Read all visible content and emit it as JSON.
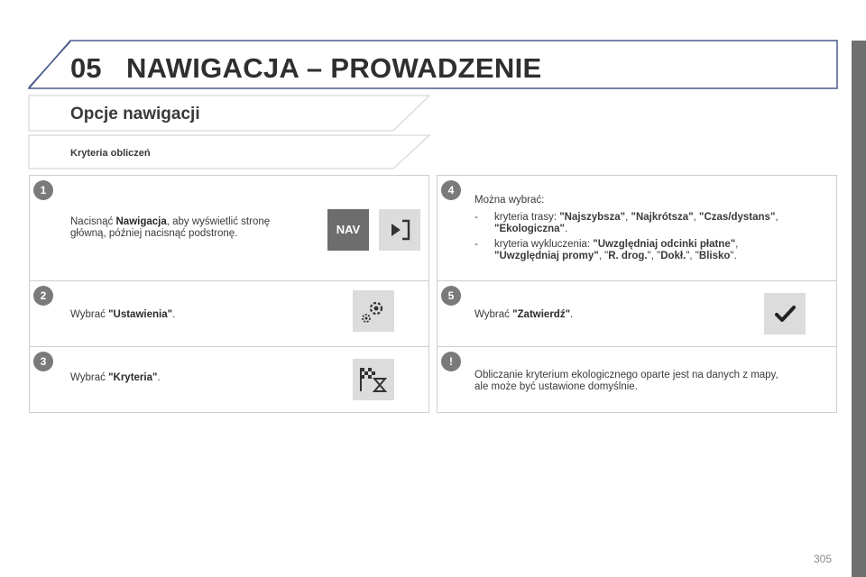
{
  "header": {
    "chapter_number": "05",
    "chapter_title": "NAWIGACJA – PROWADZENIE"
  },
  "section": {
    "title": "Opcje nawigacji",
    "subtitle": "Kryteria obliczeń"
  },
  "steps": [
    {
      "number": "1",
      "text_before": "Nacisnąć ",
      "bold": "Nawigacja",
      "text_after": ", aby wyświetlić stronę",
      "line2": "główną, później nacisnąć podstronę.",
      "button1_label": "NAV",
      "button1_icon": "nav-button",
      "button2_icon": "arrow-into-box-icon"
    },
    {
      "number": "2",
      "text_before": "Wybrać ",
      "bold": "\"Ustawienia\"",
      "text_after": ".",
      "icon": "settings-gears-icon"
    },
    {
      "number": "3",
      "text_before": "Wybrać ",
      "bold": "\"Kryteria\"",
      "text_after": ".",
      "icon": "checkered-flag-hourglass-icon"
    },
    {
      "number": "4",
      "intro": "Można wybrać:",
      "item1_dash": "-",
      "item1_prefix": "kryteria trasy: ",
      "item1_b1": "\"Najszybsza\"",
      "item1_s1": ", ",
      "item1_b2": "\"Najkrótsza\"",
      "item1_s2": ", ",
      "item1_b3": "\"Czas/dystans\"",
      "item1_s3": ",",
      "item1_b4": "\"Ekologiczna\"",
      "item1_s4": ".",
      "item2_dash": "-",
      "item2_prefix": "kryteria wykluczenia: ",
      "item2_b1": "\"Uwzględniaj odcinki płatne\"",
      "item2_s1": ",",
      "item2_b2": "\"Uwzględniaj promy\"",
      "item2_s2": ", \"",
      "item2_b3": "R. drog.",
      "item2_s3": "\", \"",
      "item2_b4": "Dokł.",
      "item2_s4": "\", \"",
      "item2_b5": "Blisko",
      "item2_s5": "\"."
    },
    {
      "number": "5",
      "text_before": "Wybrać ",
      "bold": "\"Zatwierdź\"",
      "text_after": ".",
      "icon": "checkmark-icon"
    },
    {
      "number": "!",
      "line1": "Obliczanie kryterium ekologicznego oparte jest na danych z mapy,",
      "line2": "ale może być ustawione domyślnie.",
      "icon": "exclamation-icon"
    }
  ],
  "page_number": "305",
  "colors": {
    "header_outline": "#4a5a8c",
    "badge": "#7a7a7a",
    "dark_button": "#6d6d6d",
    "light_button": "#dcdcdc",
    "side_bar": "#6f6f6f"
  }
}
